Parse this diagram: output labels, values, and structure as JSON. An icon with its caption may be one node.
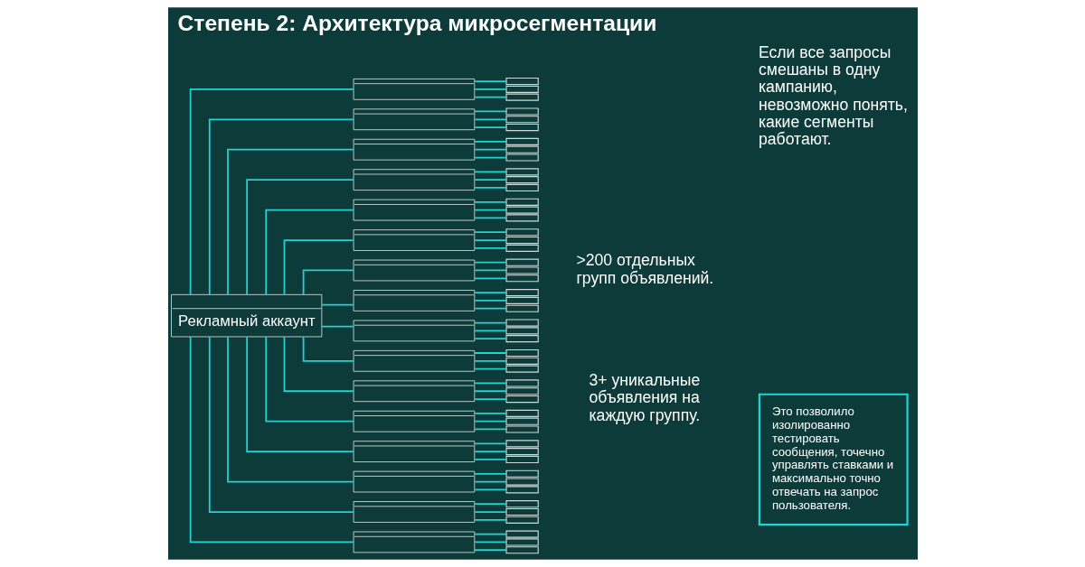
{
  "diagram": {
    "title": "Степень 2: Архитектура микросегментации",
    "nodes": [
      {
        "text": [
          "Рекламный аккаунт"
        ]
      },
      {
        "text": [],
        "shape": "box"
      },
      {
        "text": [],
        "shape": "box"
      },
      {
        "text": [],
        "shape": "box"
      },
      {
        "text": [],
        "shape": "box"
      },
      {
        "text": [],
        "shape": "box"
      },
      {
        "text": [],
        "shape": "box"
      },
      {
        "text": [],
        "shape": "box"
      },
      {
        "text": [],
        "shape": "box"
      },
      {
        "text": [],
        "shape": "box"
      },
      {
        "text": [],
        "shape": "box"
      },
      {
        "text": [],
        "shape": "box"
      },
      {
        "text": [],
        "shape": "box"
      },
      {
        "text": [],
        "shape": "box"
      },
      {
        "text": [],
        "shape": "box"
      },
      {
        "text": [],
        "shape": "box"
      },
      {
        "text": [],
        "shape": "box"
      },
      {
        "text": [],
        "shape": "box"
      },
      {
        "text": [],
        "shape": "box"
      },
      {
        "text": [],
        "shape": "box"
      },
      {
        "text": [],
        "shape": "box"
      },
      {
        "text": [],
        "shape": "box"
      },
      {
        "text": [],
        "shape": "box"
      },
      {
        "text": [],
        "shape": "box"
      },
      {
        "text": [],
        "shape": "box"
      },
      {
        "text": [],
        "shape": "box"
      },
      {
        "text": [],
        "shape": "box"
      },
      {
        "text": [],
        "shape": "box"
      },
      {
        "text": [],
        "shape": "box"
      },
      {
        "text": [],
        "shape": "box"
      },
      {
        "text": [],
        "shape": "box"
      },
      {
        "text": [],
        "shape": "box"
      },
      {
        "text": [],
        "shape": "box"
      },
      {
        "text": [],
        "shape": "box"
      },
      {
        "text": [],
        "shape": "box"
      },
      {
        "text": [],
        "shape": "box"
      },
      {
        "text": [],
        "shape": "box"
      },
      {
        "text": [],
        "shape": "box"
      },
      {
        "text": [],
        "shape": "box"
      },
      {
        "text": [],
        "shape": "box"
      },
      {
        "text": [],
        "shape": "box"
      },
      {
        "text": [],
        "shape": "box"
      },
      {
        "text": [],
        "shape": "box"
      },
      {
        "text": [],
        "shape": "box"
      },
      {
        "text": [],
        "shape": "box"
      },
      {
        "text": [],
        "shape": "box"
      },
      {
        "text": [],
        "shape": "box"
      },
      {
        "text": [],
        "shape": "box"
      },
      {
        "text": [],
        "shape": "box"
      },
      {
        "text": [],
        "shape": "box"
      },
      {
        "text": [],
        "shape": "box"
      },
      {
        "text": [],
        "shape": "box"
      },
      {
        "text": [],
        "shape": "box"
      },
      {
        "text": [],
        "shape": "box"
      },
      {
        "text": [],
        "shape": "box"
      },
      {
        "text": [],
        "shape": "box"
      },
      {
        "text": [],
        "shape": "box"
      },
      {
        "text": [],
        "shape": "box"
      },
      {
        "text": [],
        "shape": "box"
      },
      {
        "text": [],
        "shape": "box"
      },
      {
        "text": [],
        "shape": "box"
      },
      {
        "text": [],
        "shape": "box"
      },
      {
        "text": [],
        "shape": "box"
      },
      {
        "text": [],
        "shape": "box"
      },
      {
        "text": [],
        "shape": "box"
      },
      {
        "text": [
          "Это позволило изолированно тестировать сообщения, точечно управлять ставками и максимально точно отвечать на запрос пользователя."
        ]
      }
    ],
    "edges": [
      {
        "from": 0,
        "to": 1,
        "arrow": "none"
      },
      {
        "from": 1,
        "to": 2,
        "arrow": "none"
      },
      {
        "from": 1,
        "to": 3,
        "arrow": "none"
      },
      {
        "from": 1,
        "to": 4,
        "arrow": "none"
      },
      {
        "from": 0,
        "to": 5,
        "arrow": "none"
      },
      {
        "from": 5,
        "to": 6,
        "arrow": "none"
      },
      {
        "from": 5,
        "to": 7,
        "arrow": "none"
      },
      {
        "from": 5,
        "to": 8,
        "arrow": "none"
      },
      {
        "from": 0,
        "to": 9,
        "arrow": "none"
      },
      {
        "from": 9,
        "to": 10,
        "arrow": "none"
      },
      {
        "from": 9,
        "to": 11,
        "arrow": "none"
      },
      {
        "from": 9,
        "to": 12,
        "arrow": "none"
      },
      {
        "from": 0,
        "to": 13,
        "arrow": "none"
      },
      {
        "from": 13,
        "to": 14,
        "arrow": "none"
      },
      {
        "from": 13,
        "to": 15,
        "arrow": "none"
      },
      {
        "from": 13,
        "to": 16,
        "arrow": "none"
      },
      {
        "from": 0,
        "to": 17,
        "arrow": "none"
      },
      {
        "from": 17,
        "to": 18,
        "arrow": "none"
      },
      {
        "from": 17,
        "to": 19,
        "arrow": "none"
      },
      {
        "from": 17,
        "to": 20,
        "arrow": "none"
      },
      {
        "from": 0,
        "to": 21,
        "arrow": "none"
      },
      {
        "from": 21,
        "to": 22,
        "arrow": "none"
      },
      {
        "from": 21,
        "to": 23,
        "arrow": "none"
      },
      {
        "from": 21,
        "to": 24,
        "arrow": "none"
      },
      {
        "from": 0,
        "to": 25,
        "arrow": "none"
      },
      {
        "from": 25,
        "to": 26,
        "arrow": "none"
      },
      {
        "from": 25,
        "to": 27,
        "arrow": "none"
      },
      {
        "from": 25,
        "to": 28,
        "arrow": "none"
      },
      {
        "from": 0,
        "to": 29,
        "arrow": "none"
      },
      {
        "from": 29,
        "to": 30,
        "arrow": "none"
      },
      {
        "from": 29,
        "to": 31,
        "arrow": "none"
      },
      {
        "from": 29,
        "to": 32,
        "arrow": "none"
      },
      {
        "from": 0,
        "to": 33,
        "arrow": "none"
      },
      {
        "from": 33,
        "to": 34,
        "arrow": "none"
      },
      {
        "from": 33,
        "to": 35,
        "arrow": "none"
      },
      {
        "from": 33,
        "to": 36,
        "arrow": "none"
      },
      {
        "from": 0,
        "to": 37,
        "arrow": "none"
      },
      {
        "from": 37,
        "to": 38,
        "arrow": "none"
      },
      {
        "from": 37,
        "to": 39,
        "arrow": "none"
      },
      {
        "from": 37,
        "to": 40,
        "arrow": "none"
      },
      {
        "from": 0,
        "to": 41,
        "arrow": "none"
      },
      {
        "from": 41,
        "to": 42,
        "arrow": "none"
      },
      {
        "from": 41,
        "to": 43,
        "arrow": "none"
      },
      {
        "from": 41,
        "to": 44,
        "arrow": "none"
      },
      {
        "from": 0,
        "to": 45,
        "arrow": "none"
      },
      {
        "from": 45,
        "to": 46,
        "arrow": "none"
      },
      {
        "from": 45,
        "to": 47,
        "arrow": "none"
      },
      {
        "from": 45,
        "to": 48,
        "arrow": "none"
      },
      {
        "from": 0,
        "to": 49,
        "arrow": "none"
      },
      {
        "from": 49,
        "to": 50,
        "arrow": "none"
      },
      {
        "from": 49,
        "to": 51,
        "arrow": "none"
      },
      {
        "from": 49,
        "to": 52,
        "arrow": "none"
      },
      {
        "from": 0,
        "to": 53,
        "arrow": "none"
      },
      {
        "from": 53,
        "to": 54,
        "arrow": "none"
      },
      {
        "from": 53,
        "to": 55,
        "arrow": "none"
      },
      {
        "from": 53,
        "to": 56,
        "arrow": "none"
      },
      {
        "from": 0,
        "to": 57,
        "arrow": "none"
      },
      {
        "from": 57,
        "to": 58,
        "arrow": "none"
      },
      {
        "from": 57,
        "to": 59,
        "arrow": "none"
      },
      {
        "from": 57,
        "to": 60,
        "arrow": "none"
      },
      {
        "from": 0,
        "to": 61,
        "arrow": "none"
      },
      {
        "from": 61,
        "to": 62,
        "arrow": "none"
      },
      {
        "from": 61,
        "to": 63,
        "arrow": "none"
      },
      {
        "from": 61,
        "to": 64,
        "arrow": "none"
      }
    ],
    "labels": [
      ">200 отдельных групп объявлений.",
      "3+ уникальные объявления на каждую группу.",
      "Если все запросы смешаны в одну кампанию, невозможно понять, какие сегменты работают."
    ]
  }
}
